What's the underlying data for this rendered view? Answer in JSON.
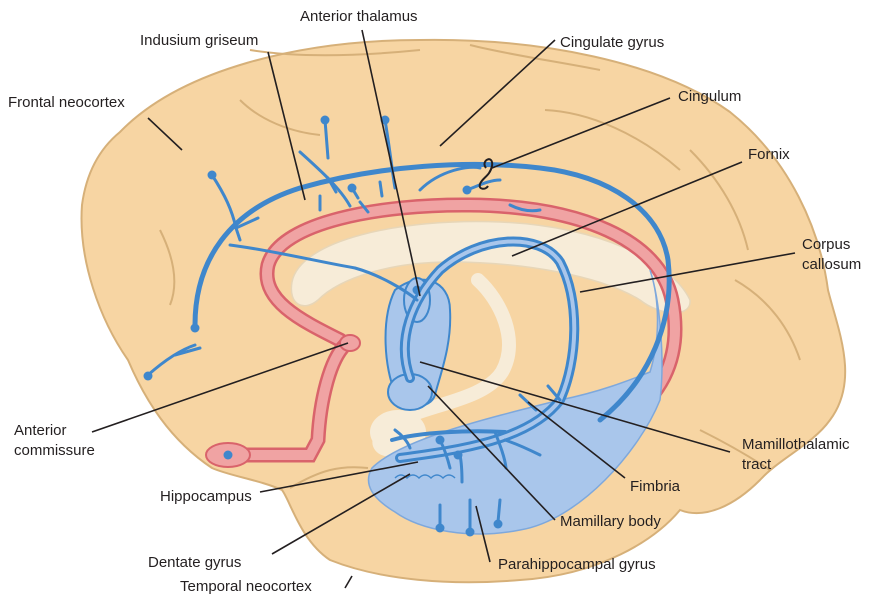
{
  "colors": {
    "brain_fill": "#f7d5a3",
    "brain_outline": "#d6b079",
    "callosum_fill": "#f7ecd8",
    "pink_tract": "#f0a3a3",
    "pink_outline": "#d9636b",
    "blue_pathway": "#3f87cc",
    "blue_region": "#a9c6eb",
    "leader_line": "#231f20"
  },
  "labels": {
    "anterior_thalamus": "Anterior thalamus",
    "indusium_griseum": "Indusium griseum",
    "cingulate_gyrus": "Cingulate gyrus",
    "frontal_neocortex": "Frontal neocortex",
    "cingulum": "Cingulum",
    "fornix": "Fornix",
    "corpus_callosum_1": "Corpus",
    "corpus_callosum_2": "callosum",
    "anterior_commissure_1": "Anterior",
    "anterior_commissure_2": "commissure",
    "mamillothalamic_tract_1": "Mamillothalamic",
    "mamillothalamic_tract_2": "tract",
    "fimbria": "Fimbria",
    "hippocampus": "Hippocampus",
    "mamillary_body": "Mamillary body",
    "dentate_gyrus": "Dentate gyrus",
    "parahippocampal_gyrus": "Parahippocampal gyrus",
    "temporal_neocortex": "Temporal neocortex"
  }
}
